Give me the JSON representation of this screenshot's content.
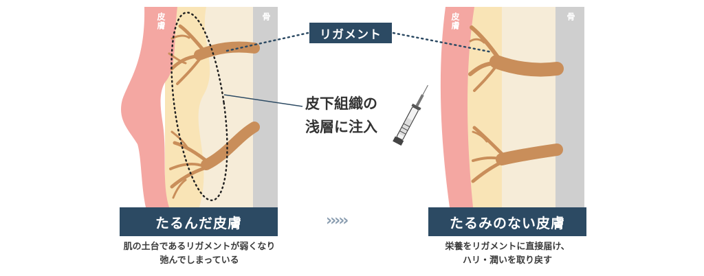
{
  "left_panel": {
    "skin_tag": "皮膚",
    "bone_tag": "骨",
    "label": "たるんだ皮膚",
    "caption_line1": "肌の土台であるリガメントが弱くなり",
    "caption_line2": "弛んでしまっている"
  },
  "right_panel": {
    "skin_tag": "皮膚",
    "bone_tag": "骨",
    "label": "たるみのない皮膚",
    "caption_line1": "栄養をリガメントに直接届け、",
    "caption_line2": "ハリ・潤いを取り戻す"
  },
  "callouts": {
    "ligament": "リガメント",
    "inject_line1": "皮下組織の",
    "inject_line2": "浅層に注入"
  },
  "arrow_chevrons": "›››››",
  "colors": {
    "skin": "#f4a7a2",
    "fat_light": "#f9e4b6",
    "fat_pale": "#f6ecd8",
    "bone": "#cfcfcf",
    "ligament": "#c98e5a",
    "label_bg": "#2c4a63"
  }
}
